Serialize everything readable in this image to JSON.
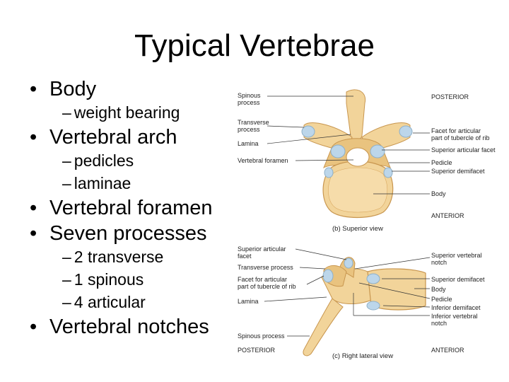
{
  "title": "Typical Vertebrae",
  "bullets": [
    {
      "label": "Body",
      "subs": [
        "weight bearing"
      ]
    },
    {
      "label": "Vertebral arch",
      "subs": [
        "pedicles",
        "laminae"
      ]
    },
    {
      "label": "Vertebral foramen",
      "subs": []
    },
    {
      "label": "Seven processes",
      "subs": [
        "2 transverse",
        "1 spinous",
        "4 articular"
      ]
    },
    {
      "label": "Vertebral notches",
      "subs": []
    }
  ],
  "bullet_glyph": "•",
  "dash_glyph": "–",
  "superior_view": {
    "caption": "(b) Superior view",
    "posterior": "POSTERIOR",
    "anterior": "ANTERIOR",
    "labels": {
      "spinous_process": "Spinous\nprocess",
      "transverse_process": "Transverse\nprocess",
      "lamina": "Lamina",
      "vertebral_foramen": "Vertebral foramen",
      "facet_tubercle": "Facet for articular\npart of tubercle of rib",
      "superior_articular_facet": "Superior articular facet",
      "pedicle": "Pedicle",
      "superior_demifacet": "Superior demifacet",
      "body": "Body"
    }
  },
  "lateral_view": {
    "caption": "(c) Right lateral view",
    "posterior": "POSTERIOR",
    "anterior": "ANTERIOR",
    "labels": {
      "superior_articular_facet": "Superior articular\nfacet",
      "transverse_process": "Transverse process",
      "facet_tubercle": "Facet for articular\npart of tubercle of rib",
      "lamina": "Lamina",
      "spinous_process": "Spinous process",
      "superior_vertebral_notch": "Superior vertebral\nnotch",
      "superior_demifacet": "Superior demifacet",
      "body": "Body",
      "pedicle": "Pedicle",
      "inferior_demifacet": "Inferior demifacet",
      "inferior_vertebral_notch": "Inferior vertebral\nnotch"
    }
  },
  "colors": {
    "bone": "#f2d49a",
    "bone_dark": "#d9a860",
    "facet": "#bcd6ea",
    "line": "#333333"
  }
}
